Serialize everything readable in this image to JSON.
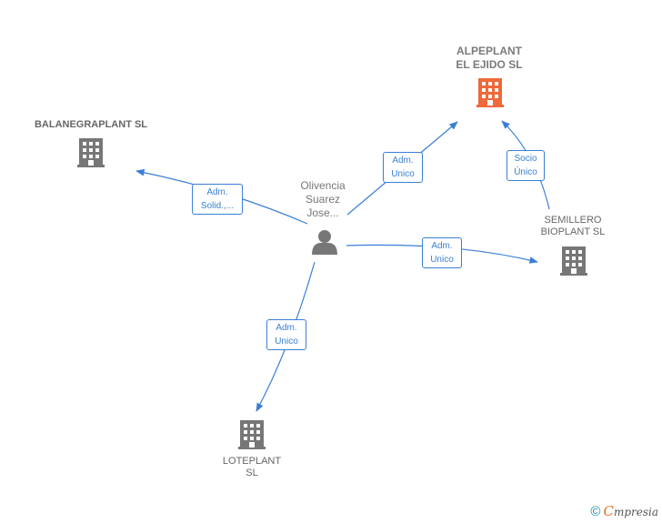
{
  "nodes": {
    "alpeplant": {
      "line1": "ALPEPLANT",
      "line2": "EL EJIDO  SL",
      "icon": "building-icon",
      "color": "#ee6a3a"
    },
    "balanegraplant": {
      "line1": "BALANEGRAPLANT SL",
      "icon": "building-icon",
      "color": "#777777"
    },
    "semillero": {
      "line1": "SEMILLERO",
      "line2": "BIOPLANT  SL",
      "icon": "building-icon",
      "color": "#777777"
    },
    "loteplant": {
      "line1": "LOTEPLANT",
      "line2": "SL",
      "icon": "building-icon",
      "color": "#777777"
    },
    "person": {
      "line1": "Olivencia",
      "line2": "Suarez",
      "line3": "Jose...",
      "icon": "person-icon",
      "color": "#777777"
    }
  },
  "edges": {
    "to_alpeplant": {
      "line1": "Adm.",
      "line2": "Unico"
    },
    "to_balanegraplant": {
      "line1": "Adm.",
      "line2": "Solid.,..."
    },
    "to_semillero": {
      "line1": "Adm.",
      "line2": "Unico"
    },
    "to_loteplant": {
      "line1": "Adm.",
      "line2": "Unico"
    },
    "semillero_to_alpeplant": {
      "line1": "Socio",
      "line2": "Único"
    }
  },
  "colors": {
    "edge": "#3a7fd5",
    "building": "#777777",
    "highlight": "#ee6a3a"
  },
  "footer": {
    "copyright": "©",
    "brand_first": "C",
    "brand_rest": "mpresia"
  }
}
